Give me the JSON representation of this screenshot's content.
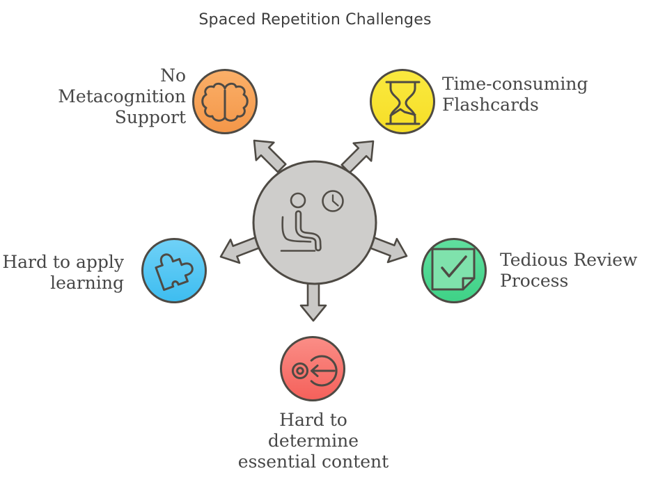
{
  "title": "Spaced Repetition Challenges",
  "diagram": {
    "outline_color": "#4e4a44",
    "hub": {
      "icon": "waiting-person-clock-icon",
      "fill": "#cecdcb",
      "arrow_fill": "#c9c8c6",
      "arrow_count": 5
    },
    "nodes": {
      "top_left": {
        "label": "No\nMetacognition\nSupport",
        "icon": "brain-icon",
        "color_top": "#faaf68",
        "color_bottom": "#f49749"
      },
      "top_right": {
        "label": "Time-consuming\nFlashcards",
        "icon": "hourglass-icon",
        "color_top": "#fae93f",
        "color_bottom": "#f6de27"
      },
      "left": {
        "label": "Hard to apply\nlearning",
        "icon": "puzzle-piece-icon",
        "color_top": "#6fd1f7",
        "color_bottom": "#3ebdf0"
      },
      "right": {
        "label": "Tedious Review\nProcess",
        "icon": "note-check-icon",
        "color_top": "#60de9e",
        "color_bottom": "#3fd287",
        "note_fill": "#7fe2ac"
      },
      "bottom": {
        "label": "Hard to\ndetermine\nessential content",
        "icon": "target-arrow-icon",
        "color_top": "#fa8d86",
        "color_bottom": "#f5615b"
      }
    }
  }
}
